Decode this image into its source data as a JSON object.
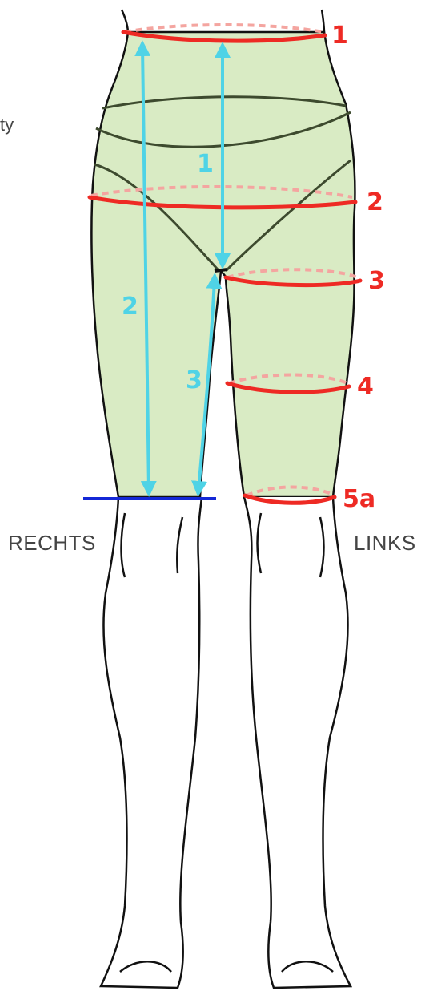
{
  "labels": {
    "fragment": "ty",
    "right_side": "RECHTS",
    "left_side": "LINKS"
  },
  "circumference_markers": [
    {
      "id": "1",
      "label": "1"
    },
    {
      "id": "2",
      "label": "2"
    },
    {
      "id": "3",
      "label": "3"
    },
    {
      "id": "4",
      "label": "4"
    },
    {
      "id": "5a",
      "label": "5a"
    }
  ],
  "length_markers": [
    {
      "id": "1",
      "label": "1"
    },
    {
      "id": "2",
      "label": "2"
    },
    {
      "id": "3",
      "label": "3"
    }
  ],
  "colors": {
    "garment_fill": "#d9ebc4",
    "garment_outline": "#3d4a2e",
    "circumference_line": "#ee2a24",
    "circumference_dash": "#f4a5a0",
    "length_arrow": "#4fd3e6",
    "reference_line": "#1428d6",
    "body_outline": "#111111",
    "side_label": "#444444"
  }
}
